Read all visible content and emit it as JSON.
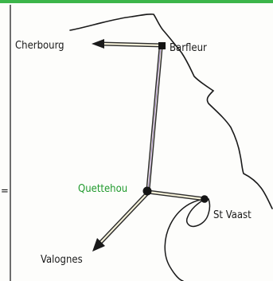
{
  "colors": {
    "top_border": "#3cb54a",
    "frame_line": "#222222",
    "coast": "#1a1a1a",
    "route_outline": "#2a2a2a",
    "route_fill": "#f4f0d8",
    "route_highlight": "#9a7fd0",
    "town_marker": "#141414",
    "label": "#1a1a1a",
    "label_highlight": "#1f9a2c"
  },
  "places": {
    "cherbourg": "Cherbourg",
    "barfleur": "Barfleur",
    "quettehou": "Quettehou",
    "st_vaast": "St Vaast",
    "valognes": "Valognes"
  },
  "margin_mark": "="
}
